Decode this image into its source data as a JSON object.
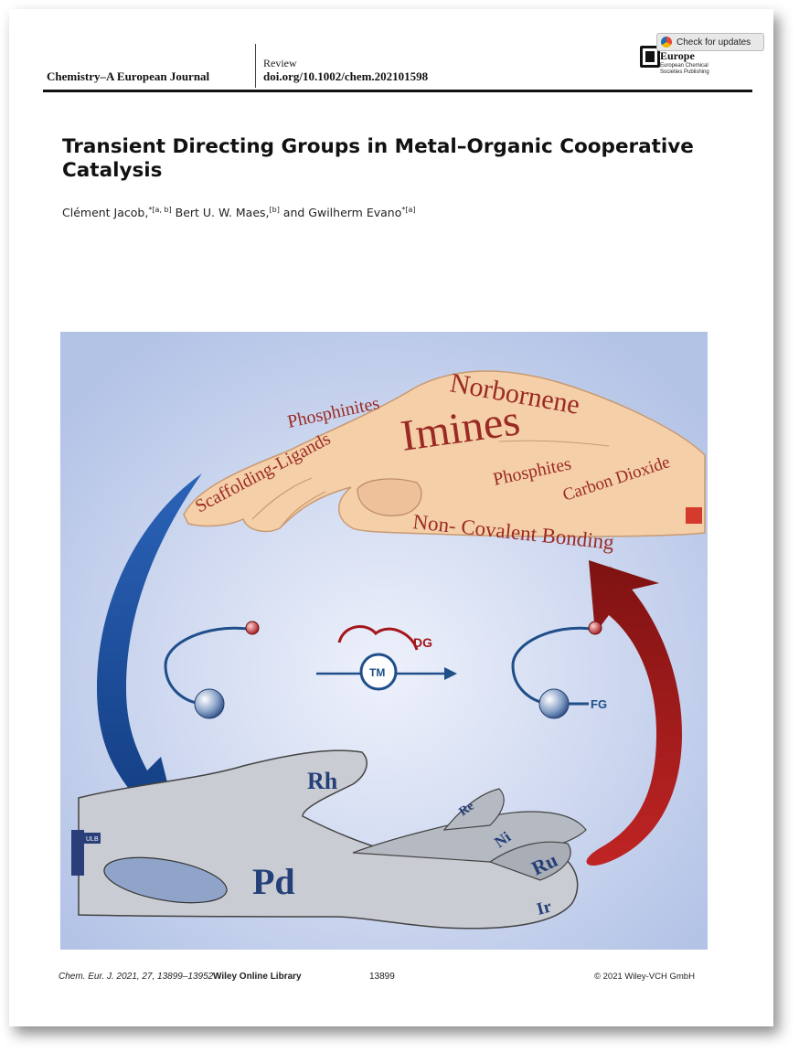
{
  "header": {
    "journal": "Chemistry–A European Journal",
    "section": "Review",
    "doi": "doi.org/10.1002/chem.202101598",
    "publisher_name": "Europe",
    "publisher_sub1": "European Chemical",
    "publisher_sub2": "Societies Publishing",
    "check_updates": "Check for updates"
  },
  "article": {
    "title": "Transient Directing Groups in Metal–Organic Cooperative Catalysis",
    "authors": [
      {
        "name": "Clément Jacob,",
        "mark": "*[a, b]"
      },
      {
        "name": " Bert U. W. Maes,",
        "mark": "[b]"
      },
      {
        "name": " and Gwilherm Evano",
        "mark": "*[a]"
      }
    ]
  },
  "figure": {
    "hand_words": {
      "phosphinites": "Phosphinites",
      "norbornene": "Norbornene",
      "scaffolding": "Scaffolding-Ligands",
      "imines": "Imines",
      "phosphites": "Phosphites",
      "carbon_dioxide": "Carbon Dioxide",
      "noncovalent": "Non- Covalent Bonding"
    },
    "scheme": {
      "dg": "DG",
      "tm": "TM",
      "fg": "FG"
    },
    "robot_words": {
      "rh": "Rh",
      "pd": "Pd",
      "re": "Re",
      "ni": "Ni",
      "ru": "Ru",
      "ir": "Ir",
      "ulb": "ULB"
    },
    "colors": {
      "blue_arrow": "#1f4f9a",
      "red_arrow": "#9b1c1c",
      "hand": "#f4cfa8",
      "word_red": "#9b2a25",
      "scheme_blue": "#1f4f8a",
      "scheme_red": "#a3171d"
    }
  },
  "footer": {
    "citation": "Chem. Eur. J. 2021, 27, 13899–13952",
    "library": "Wiley Online Library",
    "page": "13899",
    "copyright": "© 2021 Wiley-VCH GmbH"
  }
}
